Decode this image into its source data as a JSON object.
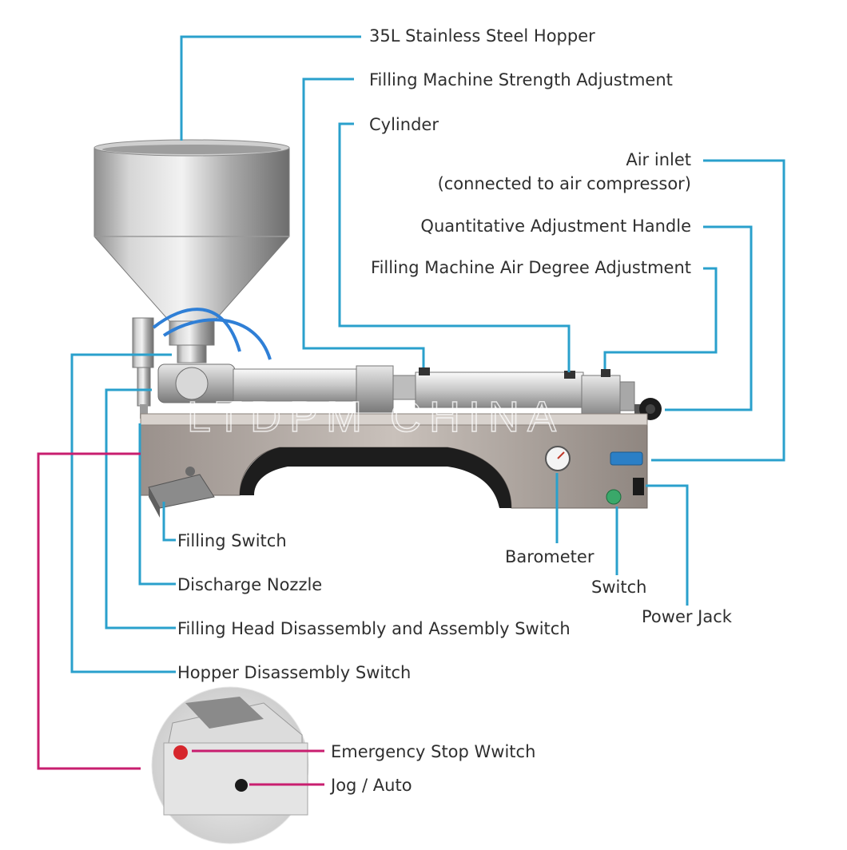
{
  "watermark": "LTDPM CHINA",
  "colors": {
    "leader_blue": "#2aa0cc",
    "leader_magenta": "#c81e6f",
    "label_text": "#2f2f2f"
  },
  "labels": {
    "hopper": "35L Stainless Steel Hopper",
    "strength_adjustment": "Filling Machine Strength Adjustment",
    "cylinder": "Cylinder",
    "air_inlet_line1": "Air inlet",
    "air_inlet_line2": "(connected to air compressor)",
    "quantitative_handle": "Quantitative Adjustment Handle",
    "air_degree_adjustment": "Filling Machine Air Degree Adjustment",
    "filling_switch": "Filling Switch",
    "discharge_nozzle": "Discharge Nozzle",
    "filling_head_switch": "Filling Head Disassembly and Assembly Switch",
    "hopper_switch": "Hopper Disassembly Switch",
    "barometer": "Barometer",
    "switch": "Switch",
    "power_jack": "Power Jack",
    "emergency_stop": "Emergency Stop Wwitch",
    "jog_auto": "Jog / Auto"
  }
}
